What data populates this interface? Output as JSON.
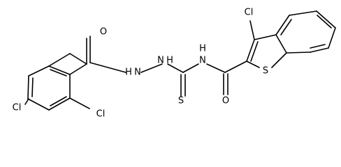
{
  "molecule": {
    "atoms": {
      "o_benzoyl": "O",
      "nh_left": "H",
      "n_left": "N",
      "n_mid": "N",
      "nh_mid": "H",
      "nh_right": "H",
      "n_right": "N",
      "s_thio": "S",
      "o_right": "O",
      "cl_top": "Cl",
      "s_ring": "S",
      "cl_left": "Cl",
      "cl_bottom": "Cl"
    },
    "colors": {
      "bond": "#000000",
      "label": "#000000",
      "background": "#ffffff"
    }
  }
}
